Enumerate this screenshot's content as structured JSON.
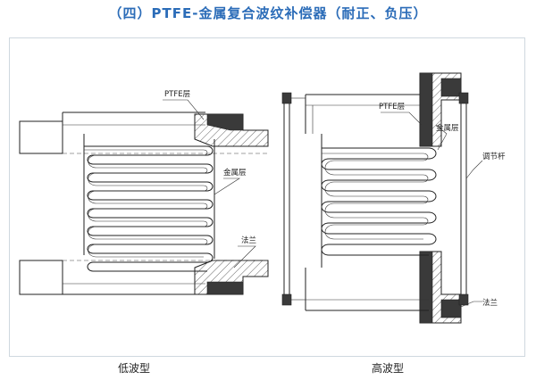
{
  "title": "（四）PTFE-金属复合波纹补偿器（耐正、负压）",
  "low_wave": {
    "caption": "低波型",
    "labels": {
      "ptfe_layer": "PTFE层",
      "metal_layer": "金属层",
      "flange": "法兰"
    }
  },
  "high_wave": {
    "caption": "高波型",
    "labels": {
      "ptfe_layer": "PTFE层",
      "metal_layer": "金属层",
      "adjust_rod": "调节杆",
      "flange": "法兰"
    }
  },
  "colors": {
    "title": "#2b6cb8",
    "line": "#222222",
    "background": "#ffffff"
  }
}
